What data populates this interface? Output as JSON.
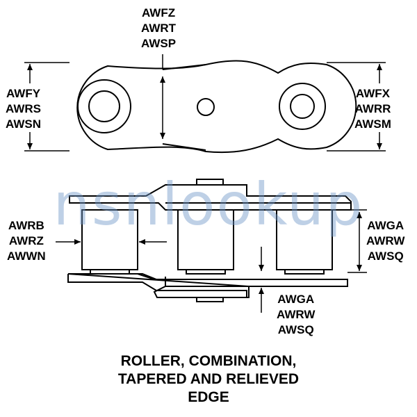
{
  "labels": {
    "top_center": [
      "AWFZ",
      "AWRT",
      "AWSP"
    ],
    "left_height": [
      "AWFY",
      "AWRS",
      "AWSN"
    ],
    "right_height": [
      "AWFX",
      "AWRR",
      "AWSM"
    ],
    "roller_width": [
      "AWRB",
      "AWRZ",
      "AWWN"
    ],
    "right_side": [
      "AWGA",
      "AWRW",
      "AWSQ"
    ],
    "bottom_plate": [
      "AWGA",
      "AWRW",
      "AWSQ"
    ]
  },
  "watermark": "nsnlookup",
  "caption": [
    "ROLLER, COMBINATION,",
    "TAPERED AND RELIEVED",
    "EDGE"
  ],
  "colors": {
    "ink": "#000000",
    "watermark": "#6e96c8",
    "accent_b": "#d9822b"
  }
}
